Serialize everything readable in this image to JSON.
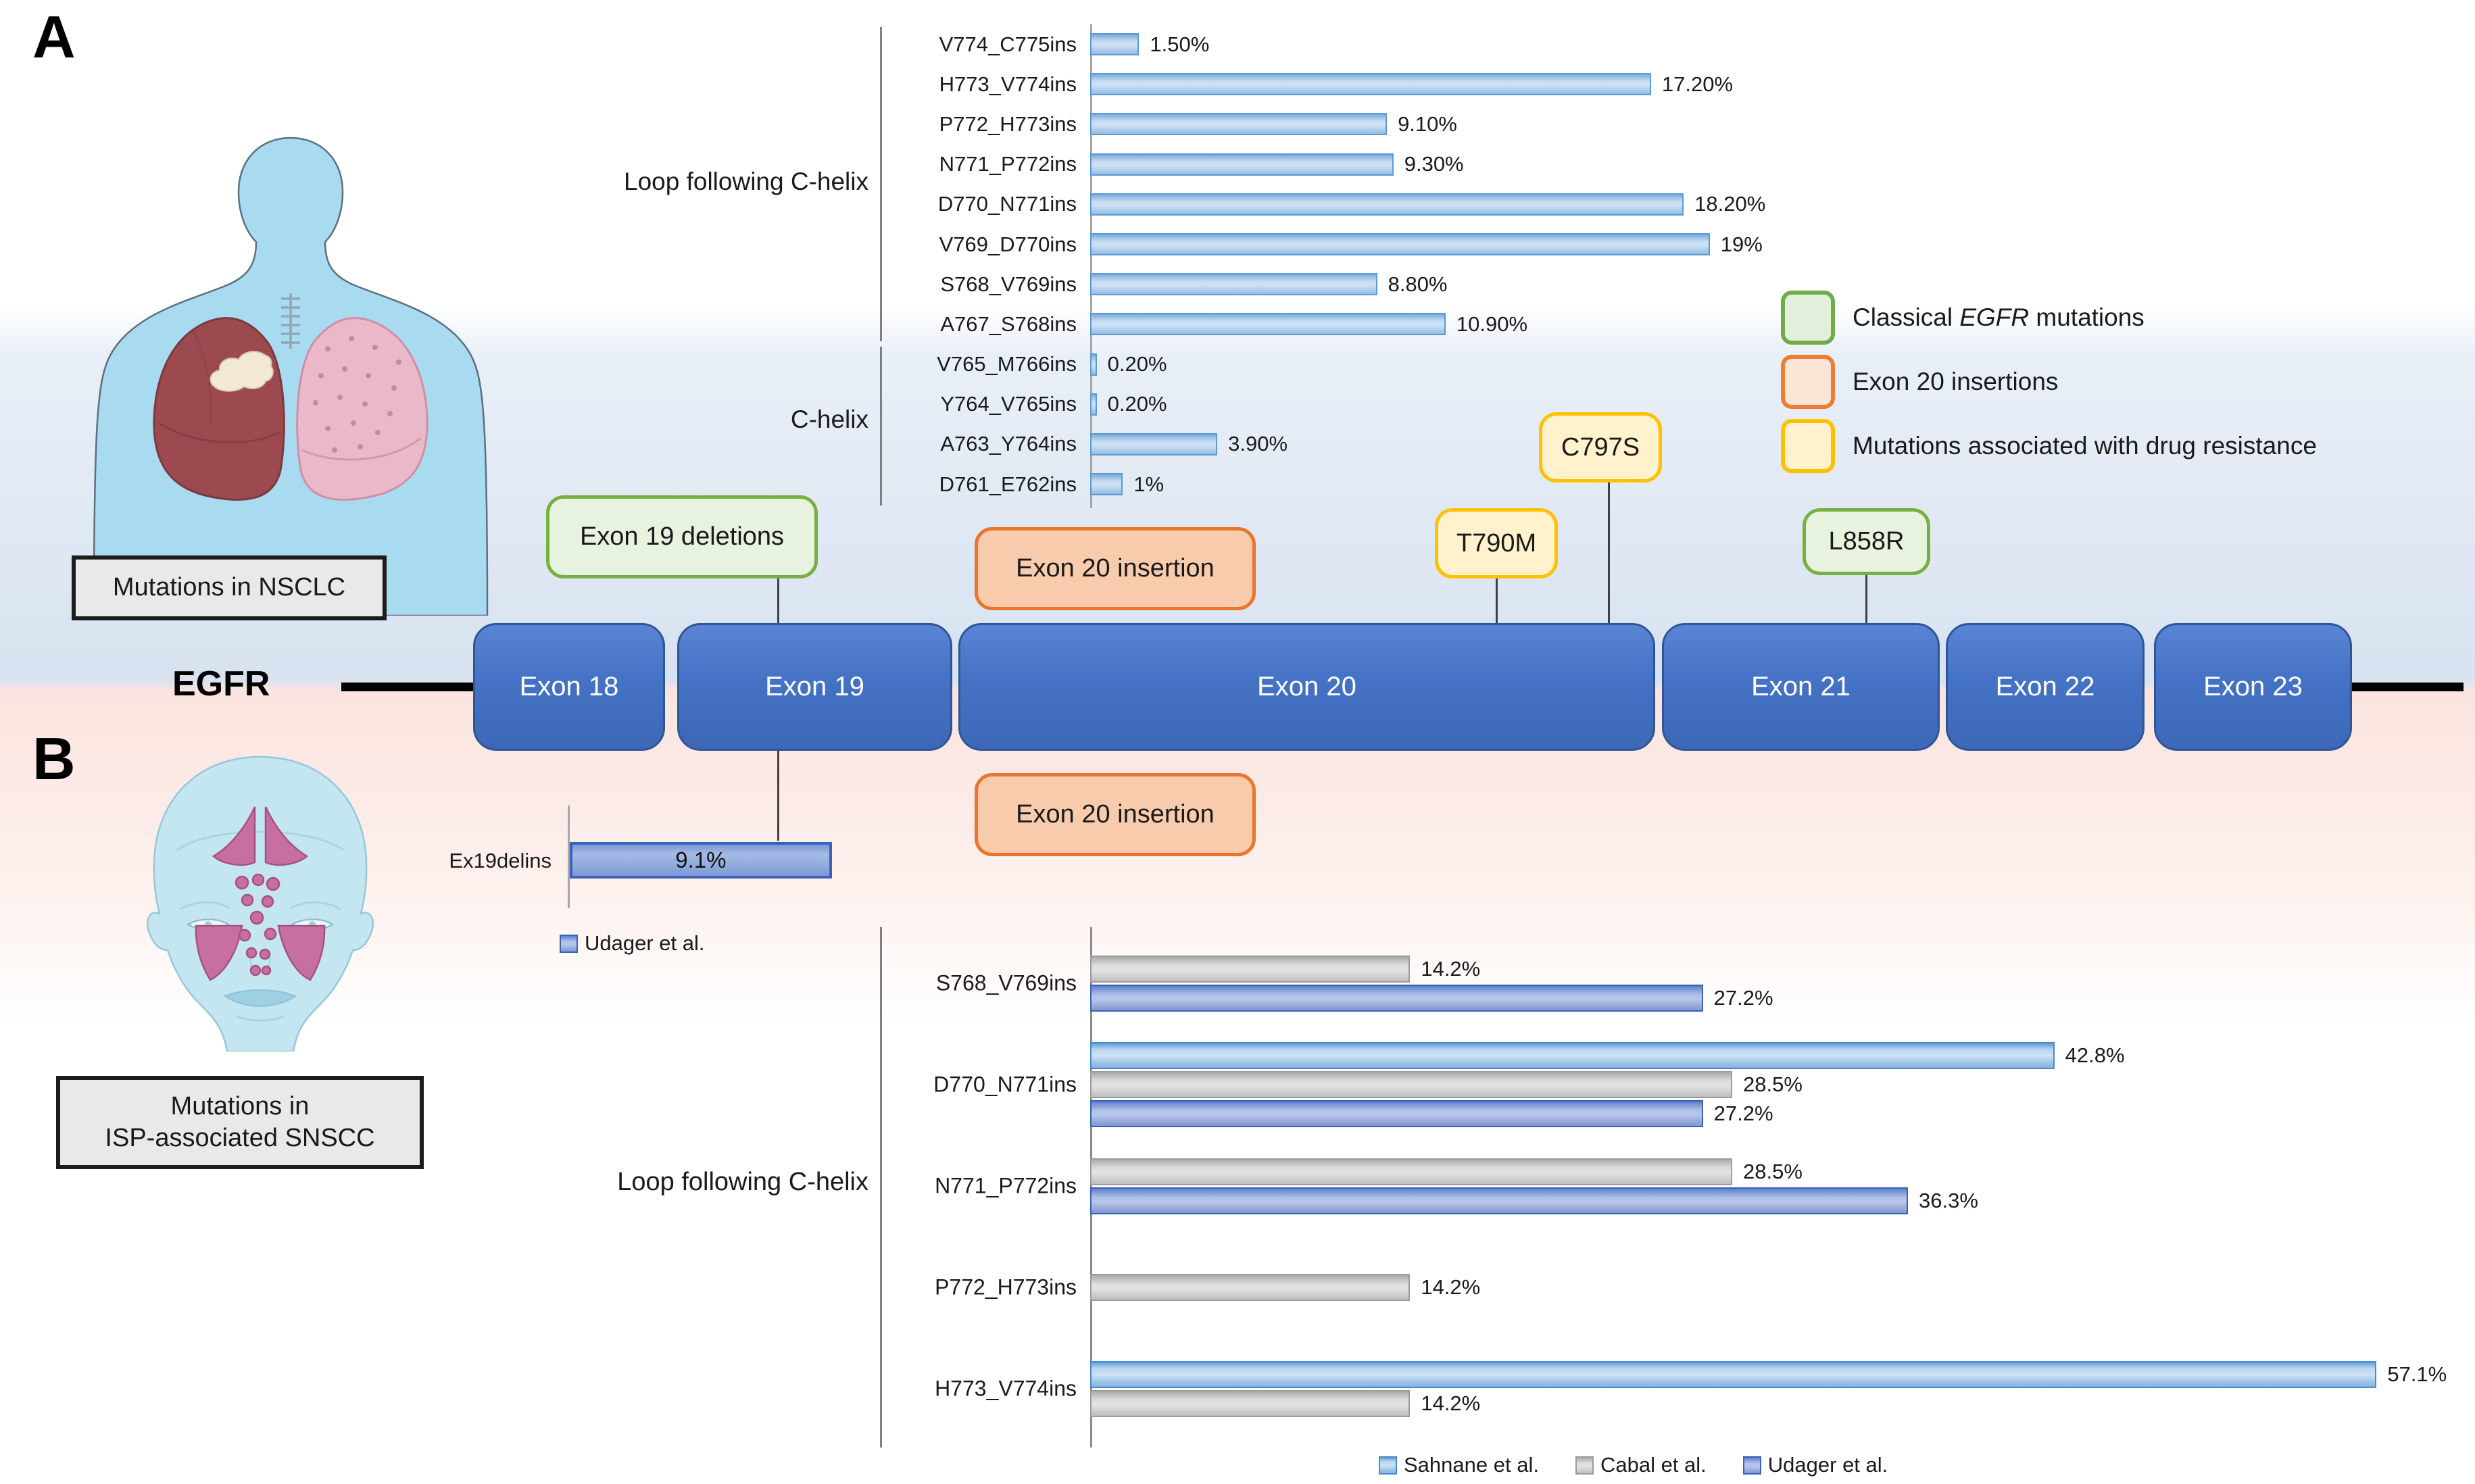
{
  "panels": {
    "a_label": "A",
    "b_label": "B"
  },
  "labels": {
    "nsclc_box": "Mutations in NSCLC",
    "snscc_line1": "Mutations in",
    "snscc_line2": "ISP-associated SNSCC",
    "gene": "EGFR"
  },
  "exon_track": [
    "Exon 18",
    "Exon 19",
    "Exon 20",
    "Exon 21",
    "Exon 22",
    "Exon 23"
  ],
  "callouts": {
    "exon19_deletions": "Exon 19 deletions",
    "exon20_insertion_top": "Exon 20 insertion",
    "exon20_insertion_bottom": "Exon 20 insertion",
    "t790m": "T790M",
    "c797s": "C797S",
    "l858r": "L858R"
  },
  "legend": {
    "items": [
      {
        "prefix": "Classical ",
        "italic": "EGFR",
        "suffix": " mutations",
        "fill": "#e2efda",
        "border": "#70ad47"
      },
      {
        "label": "Exon 20 insertions",
        "fill": "#fbe5d6",
        "border": "#ed7d31"
      },
      {
        "label": "Mutations associated with drug resistance",
        "fill": "#fff2cc",
        "border": "#ffc000"
      }
    ]
  },
  "chart_data": [
    {
      "id": "nsclc_exon20_insertions",
      "type": "bar",
      "orientation": "horizontal",
      "unit": "percent",
      "xlim": [
        0,
        20
      ],
      "legend_position": "none",
      "grid": false,
      "groups": [
        {
          "label": "Loop following C-helix",
          "rows": [
            {
              "label": "V774_C775ins",
              "value": 1.5,
              "display": "1.50%"
            },
            {
              "label": "H773_V774ins",
              "value": 17.2,
              "display": "17.20%"
            },
            {
              "label": "P772_H773ins",
              "value": 9.1,
              "display": "9.10%"
            },
            {
              "label": "N771_P772ins",
              "value": 9.3,
              "display": "9.30%"
            },
            {
              "label": "D770_N771ins",
              "value": 18.2,
              "display": "18.20%"
            },
            {
              "label": "V769_D770ins",
              "value": 19,
              "display": "19%"
            },
            {
              "label": "S768_V769ins",
              "value": 8.8,
              "display": "8.80%"
            },
            {
              "label": "A767_S768ins",
              "value": 10.9,
              "display": "10.90%"
            }
          ]
        },
        {
          "label": "C-helix",
          "rows": [
            {
              "label": "V765_M766ins",
              "value": 0.2,
              "display": "0.20%"
            },
            {
              "label": "Y764_V765ins",
              "value": 0.2,
              "display": "0.20%"
            },
            {
              "label": "A763_Y764ins",
              "value": 3.9,
              "display": "3.90%"
            },
            {
              "label": "D761_E762ins",
              "value": 1,
              "display": "1%"
            }
          ]
        }
      ]
    },
    {
      "id": "nsclc_ex19delins",
      "type": "bar",
      "orientation": "horizontal",
      "unit": "percent",
      "xlim": [
        0,
        20
      ],
      "series_name": "Udager et al.",
      "rows": [
        {
          "label": "Ex19delins",
          "value": 9.1,
          "display": "9.1%"
        }
      ]
    },
    {
      "id": "snscc_exon20_insertions",
      "type": "grouped_bar",
      "orientation": "horizontal",
      "unit": "percent",
      "xlim": [
        0,
        60
      ],
      "group_label": "Loop following C-helix",
      "legend_position": "bottom",
      "categories": [
        "S768_V769ins",
        "D770_N771ins",
        "N771_P772ins",
        "P772_H773ins",
        "H773_V774ins"
      ],
      "series": [
        {
          "name": "Sahnane et al.",
          "color_key": "lightblue",
          "values": [
            null,
            42.8,
            null,
            null,
            57.1
          ],
          "displays": [
            null,
            "42.8%",
            null,
            null,
            "57.1%"
          ]
        },
        {
          "name": "Cabal et al.",
          "color_key": "gray",
          "values": [
            14.2,
            28.5,
            28.5,
            14.2,
            14.2
          ],
          "displays": [
            "14.2%",
            "28.5%",
            "28.5%",
            "14.2%",
            "14.2%"
          ]
        },
        {
          "name": "Udager et al.",
          "color_key": "periwinkle",
          "values": [
            27.2,
            27.2,
            36.3,
            null,
            null
          ],
          "displays": [
            "27.2%",
            "27.2%",
            "36.3%",
            null,
            null
          ]
        }
      ]
    }
  ],
  "colors": {
    "exon_fill": "#4472c4",
    "exon_border": "#2f5597",
    "bar_lightblue": "#9dc3e6",
    "bar_lightblue_border": "#5b9bd5",
    "bar_gray": "#d9d9d9",
    "bar_gray_border": "#a6a6a6",
    "bar_periwinkle": "#8faadc",
    "bar_periwinkle_border": "#4472c4",
    "green_fill": "#e2efda",
    "green_border": "#70ad47",
    "orange_fill": "#f8cbad",
    "orange_border": "#ed7d31",
    "yellow_fill": "#fff2cc",
    "yellow_border": "#ffc000",
    "band_blue": "#d8e2f0",
    "band_pink": "#fce9e5"
  }
}
